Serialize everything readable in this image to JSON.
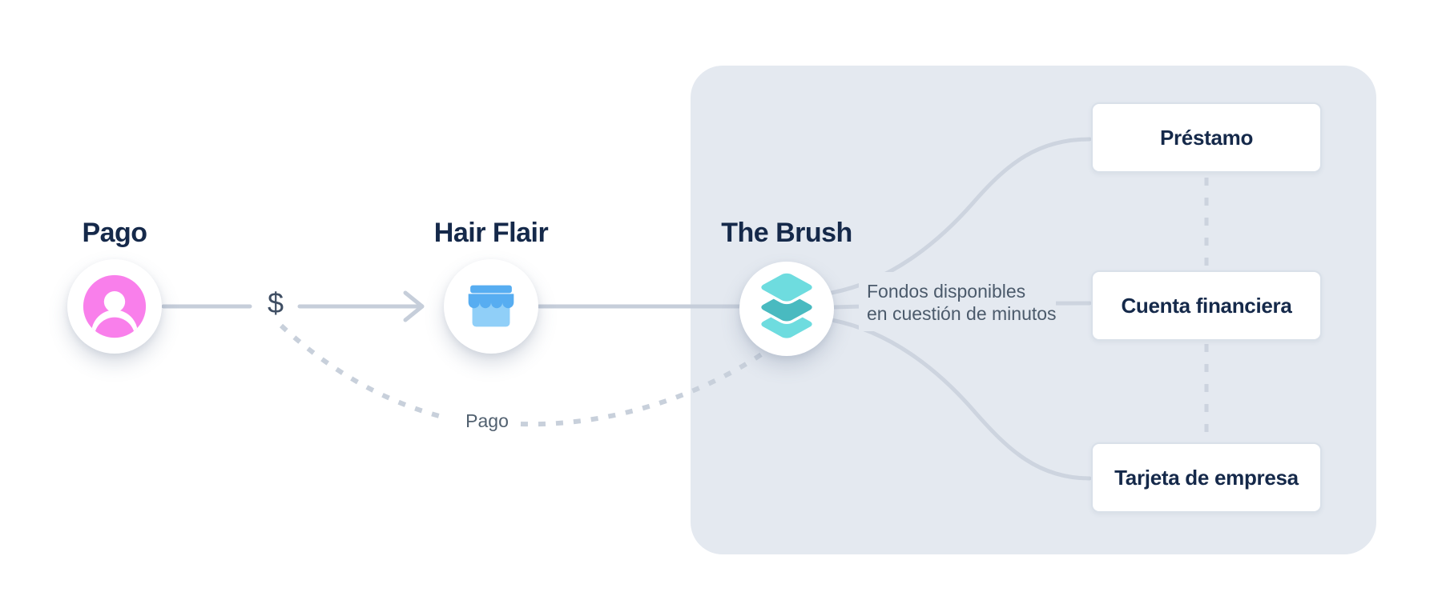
{
  "diagram": {
    "nodes": [
      {
        "label": "Pago",
        "icon": "person-icon"
      },
      {
        "label": "Hair Flair",
        "icon": "storefront-icon"
      },
      {
        "label": "The Brush",
        "icon": "layers-icon"
      }
    ],
    "flow_labels": {
      "currency": "$",
      "payment_return": "Pago"
    },
    "annotation": {
      "line1": "Fondos disponibles",
      "line2": "en cuestión de minutos"
    },
    "products": [
      {
        "label": "Préstamo"
      },
      {
        "label": "Cuenta financiera"
      },
      {
        "label": "Tarjeta de empresa"
      }
    ],
    "colors": {
      "background": "#FFFFFF",
      "panel": "#E4E9F0",
      "heading_text": "#15294A",
      "secondary_text": "#4B5A6B",
      "connector": "#C6CEDA",
      "panel_connector": "#CDD4DF",
      "person_pink": "#F97FEB",
      "store_blue_dark": "#57ADF1",
      "store_blue_light": "#90CFF8",
      "layers_teal_light": "#6EDCDF",
      "layers_teal_dark": "#49BAC0"
    }
  }
}
